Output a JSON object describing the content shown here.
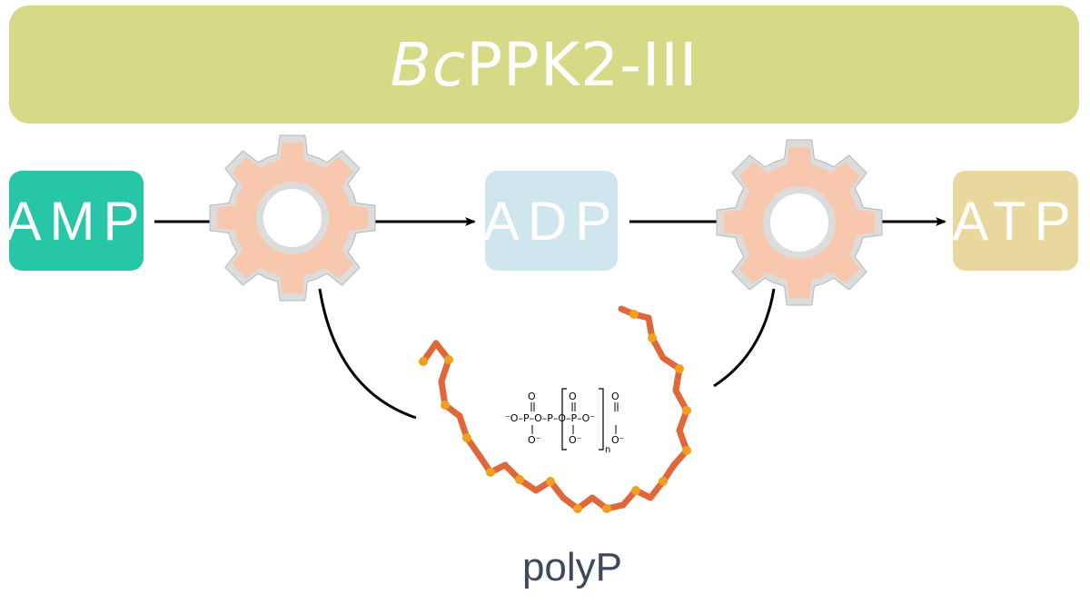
{
  "title": {
    "prefix": "Bc",
    "rest": "PPK2-III"
  },
  "nodes": [
    {
      "id": "amp",
      "label": "AMP",
      "color": "#27c6a6"
    },
    {
      "id": "adp",
      "label": "ADP",
      "color": "#cfe6ef"
    },
    {
      "id": "atp",
      "label": "ATP",
      "color": "#e9d89e"
    }
  ],
  "polymer_label": "polyP",
  "colors": {
    "title_bar": "#d6d985",
    "gear_fill": "#f7c8ad",
    "gear_rim": "#dcdcdc",
    "arrow": "#000000",
    "polymer_stick": "#e0673a",
    "polymer_joint": "#f0a01e"
  }
}
